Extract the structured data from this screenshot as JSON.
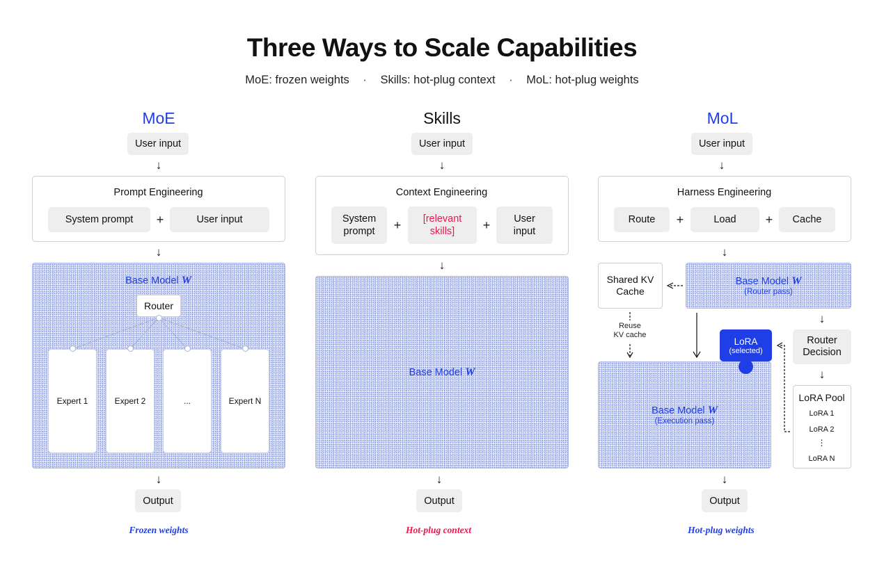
{
  "title": "Three Ways to Scale Capabilities",
  "subtitle": {
    "part1": "MoE: frozen weights",
    "part2": "Skills: hot-plug context",
    "part3": "MoL: hot-plug weights",
    "separator": "·"
  },
  "moe": {
    "title": "MoE",
    "input": "User input",
    "panel_title": "Prompt Engineering",
    "system_prompt": "System prompt",
    "user_input": "User input",
    "plus": "+",
    "base_model": "Base Model",
    "w": "W",
    "router": "Router",
    "experts": [
      "Expert 1",
      "Expert 2",
      "...",
      "Expert N"
    ],
    "output": "Output",
    "caption": "Frozen weights"
  },
  "skills": {
    "title": "Skills",
    "input": "User input",
    "panel_title": "Context Engineering",
    "system_prompt_l1": "System",
    "system_prompt_l2": "prompt",
    "relevant_l1": "[relevant",
    "relevant_l2": "skills]",
    "user_input_l1": "User",
    "user_input_l2": "input",
    "plus": "+",
    "base_model": "Base Model",
    "w": "W",
    "output": "Output",
    "caption": "Hot-plug context"
  },
  "mol": {
    "title": "MoL",
    "input": "User input",
    "panel_title": "Harness Engineering",
    "route": "Route",
    "load": "Load",
    "cache": "Cache",
    "plus": "+",
    "shared_kv_l1": "Shared KV",
    "shared_kv_l2": "Cache",
    "base_router": "Base Model",
    "w": "W",
    "router_pass": "(Router pass)",
    "reuse_l1": "Reuse",
    "reuse_l2": "KV cache",
    "lora_selected_title": "LoRA",
    "lora_selected_sub": "(selected)",
    "router_decision_l1": "Router",
    "router_decision_l2": "Decision",
    "base_exec": "Base Model",
    "execution_pass": "(Execution pass)",
    "lora_pool_title": "LoRA Pool",
    "lora_pool_items": [
      "LoRA 1",
      "LoRA 2",
      "⋮",
      "LoRA N"
    ],
    "output": "Output",
    "caption": "Hot-plug weights"
  },
  "arrow": "↓",
  "arrow_left": "←",
  "colors": {
    "blue": "#1f3ee6",
    "red": "#e8174e",
    "gray_box": "#eeeeee",
    "noise_fill": "#d9dff8"
  }
}
